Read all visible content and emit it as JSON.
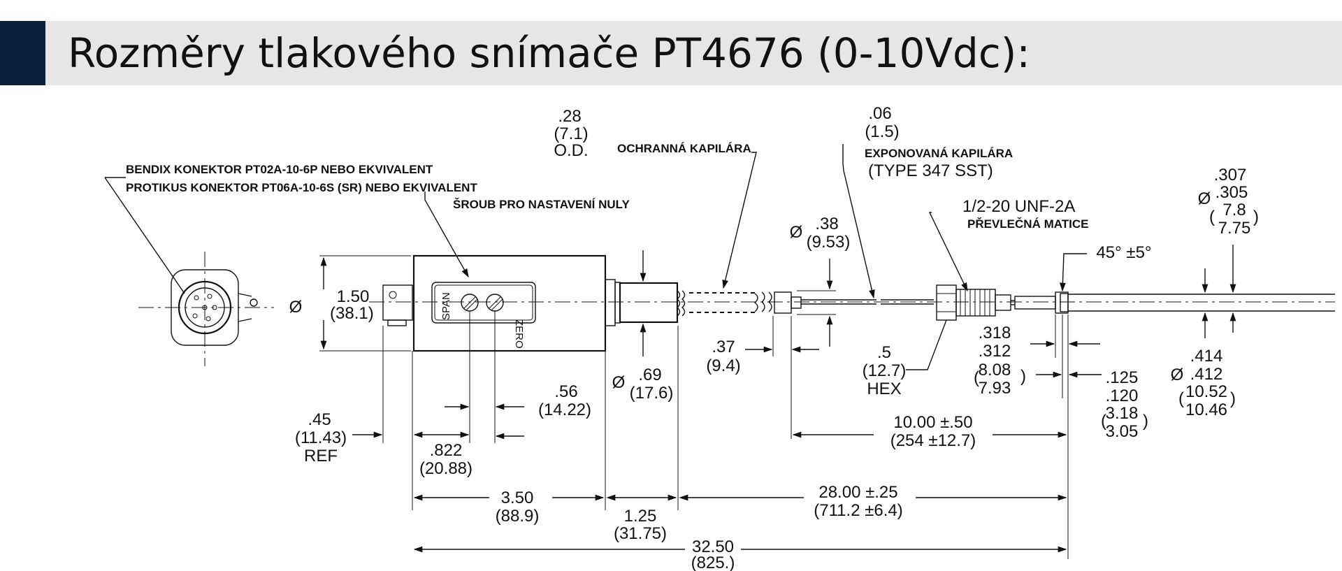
{
  "title": "Rozměry tlakového snímače PT4676 (0-10Vdc):",
  "colors": {
    "title_bar": "#e6e6e6",
    "accent": "#0c1f3f",
    "line": "#111111"
  },
  "labels": {
    "connector_line1": "BENDIX KONEKTOR PT02A-10-6P NEBO EKVIVALENT",
    "connector_line2": "PROTIKUS KONEKTOR PT06A-10-6S (SR) NEBO EKVIVALENT",
    "zero_screw": "ŠROUB PRO NASTAVENÍ NULY",
    "protective_capillary": "OCHRANNÁ KAPILÁRA",
    "exposed_capillary": "EXPONOVANÁ KAPILÁRA",
    "exposed_capillary_type": "(TYPE 347 SST)",
    "thread": "1/2-20 UNF-2A",
    "nut": "PŘEVLEČNÁ MATICE",
    "span": "SPAN",
    "zero": "ZERO"
  },
  "dims": {
    "od_in": ".28",
    "od_mm": "(7.1)",
    "od_lbl": "O.D.",
    "exp_in": ".06",
    "exp_mm": "(1.5)",
    "body_dia_sym": "Ø",
    "body_dia_in": "1.50",
    "body_dia_mm": "(38.1)",
    "cap_dia_sym": "Ø",
    "cap_dia_in": ".38",
    "cap_dia_mm": "(9.53)",
    "tip_dia_sym": "Ø",
    "tip_dia_in1": ".307",
    "tip_dia_in2": ".305",
    "tip_dia_mm1": "7.8",
    "tip_dia_mm2": "7.75",
    "angle": "45° ±5°",
    "d37_in": ".37",
    "d37_mm": "(9.4)",
    "hex_in": ".5",
    "hex_mm": "(12.7)",
    "hex_lbl": "HEX",
    "d318_in1": ".318",
    "d318_in2": ".312",
    "d318_mm1": "8.08",
    "d318_mm2": "7.93",
    "d125_in1": ".125",
    "d125_in2": ".120",
    "d125_mm1": "3.18",
    "d125_mm2": "3.05",
    "d414_sym": "Ø",
    "d414_in1": ".414",
    "d414_in2": ".412",
    "d414_mm1": "10.52",
    "d414_mm2": "10.46",
    "d56_in": ".56",
    "d56_mm": "(14.22)",
    "d69_sym": "Ø",
    "d69_in": ".69",
    "d69_mm": "(17.6)",
    "d45_in": ".45",
    "d45_mm": "(11.43)",
    "d45_ref": "REF",
    "d822_in": ".822",
    "d822_mm": "(20.88)",
    "d350_in": "3.50",
    "d350_mm": "(88.9)",
    "d125b_in": "1.25",
    "d125b_mm": "(31.75)",
    "d10_in": "10.00 ±.50",
    "d10_mm": "(254 ±12.7)",
    "d28_in": "28.00 ±.25",
    "d28_mm": "(711.2 ±6.4)",
    "d325_in": "32.50",
    "d325_mm": "(825.)"
  }
}
